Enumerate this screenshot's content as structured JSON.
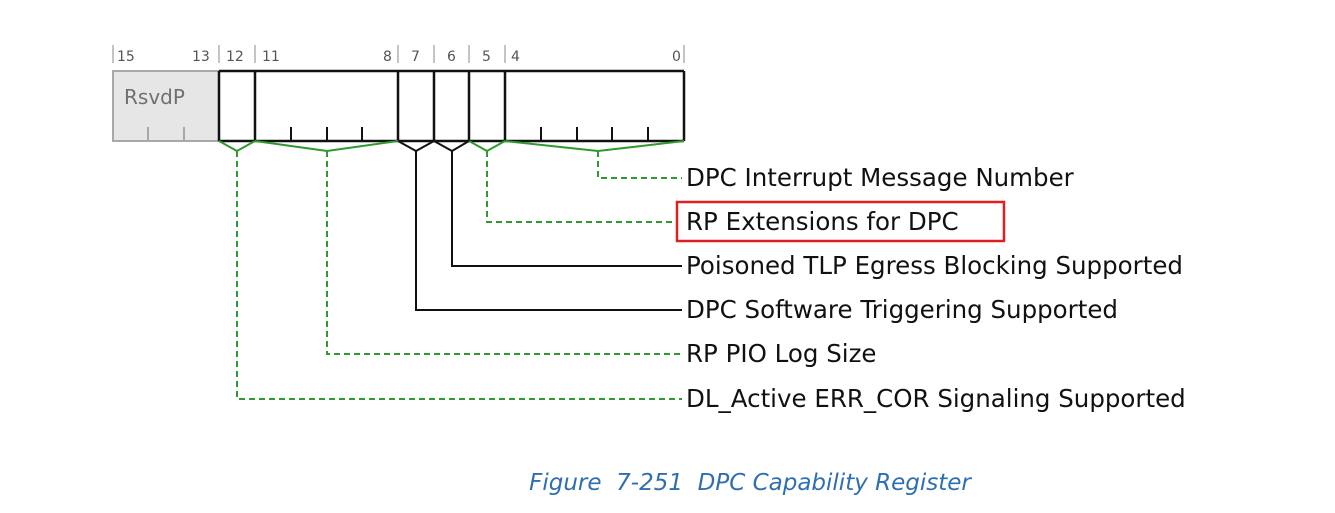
{
  "register": {
    "bit_numbers": [
      "15",
      "13",
      "12",
      "11",
      "8",
      "7",
      "6",
      "5",
      "4",
      "0"
    ],
    "reserved_label": "RsvdP"
  },
  "fields": [
    {
      "label": "DPC Interrupt Message Number",
      "bits": "4:0",
      "line_style": "dashed",
      "highlighted": false
    },
    {
      "label": "RP Extensions for DPC",
      "bits": "5",
      "line_style": "dashed",
      "highlighted": true
    },
    {
      "label": "Poisoned TLP Egress Blocking Supported",
      "bits": "6",
      "line_style": "solid",
      "highlighted": false
    },
    {
      "label": "DPC Software Triggering Supported",
      "bits": "7",
      "line_style": "solid",
      "highlighted": false
    },
    {
      "label": "RP PIO Log Size",
      "bits": "11:8",
      "line_style": "dashed",
      "highlighted": false
    },
    {
      "label": "DL_Active ERR_COR Signaling Supported",
      "bits": "12",
      "line_style": "dashed",
      "highlighted": false
    }
  ],
  "caption": "Figure  7-251  DPC Capability Register",
  "colors": {
    "green_leader": "#2e9a2e",
    "highlight_box": "#e02020",
    "caption": "#2f6fb0",
    "reserved_fill": "#e6e6e6"
  }
}
